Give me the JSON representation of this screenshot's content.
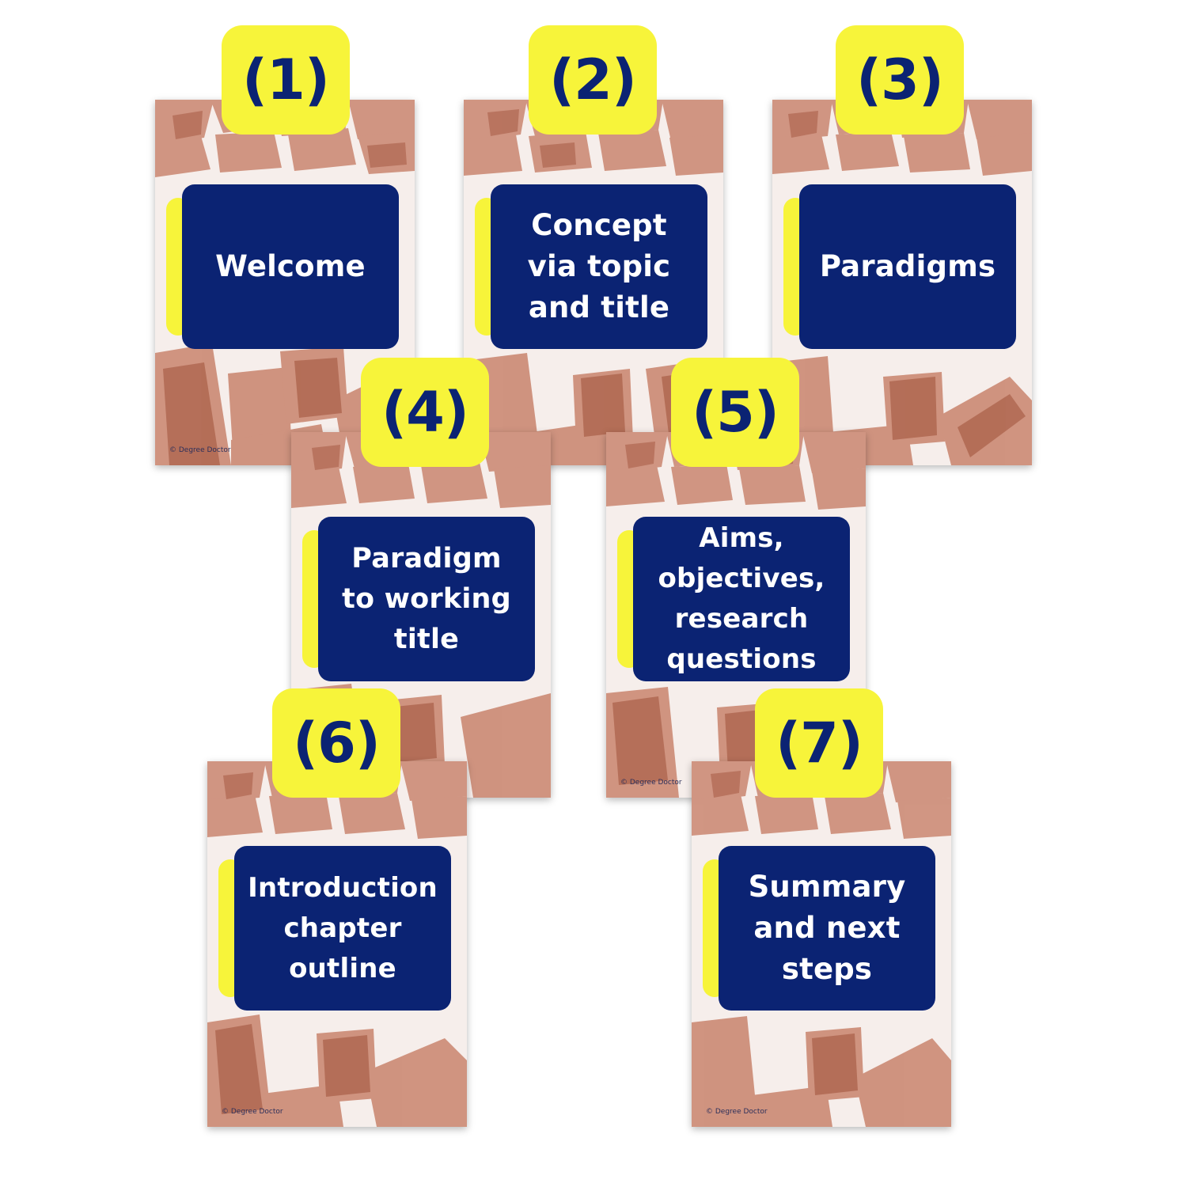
{
  "colors": {
    "panel": "#0b2373",
    "accent_yellow": "#f7f43a",
    "panel_text": "#ffffff",
    "number_text": "#0b2373",
    "brick": "#c8826b"
  },
  "cards": [
    {
      "number": "(1)",
      "title": "Welcome",
      "copyright": "© Degree Doctor"
    },
    {
      "number": "(2)",
      "title": "Concept\nvia topic\nand title",
      "copyright": ""
    },
    {
      "number": "(3)",
      "title": "Paradigms",
      "copyright": ""
    },
    {
      "number": "(4)",
      "title": "Paradigm\nto working\ntitle",
      "copyright": ""
    },
    {
      "number": "(5)",
      "title": "Aims,\nobjectives,\nresearch\nquestions",
      "copyright": "© Degree Doctor"
    },
    {
      "number": "(6)",
      "title": "Introduction\nchapter\noutline",
      "copyright": "© Degree Doctor"
    },
    {
      "number": "(7)",
      "title": "Summary\nand next\nsteps",
      "copyright": "© Degree Doctor"
    }
  ]
}
